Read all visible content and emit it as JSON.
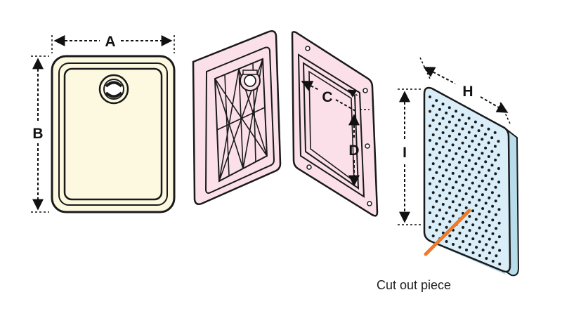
{
  "labels": {
    "a": "A",
    "b": "B",
    "c": "C",
    "d": "D",
    "h": "H",
    "i": "I",
    "cutout_caption": "Cut out piece"
  },
  "colors": {
    "cover_fill": "#fdf9e0",
    "frame_fill": "#fbe0ea",
    "insert_fill": "#d9eef8",
    "insert_side": "#b9dceb",
    "pointer": "#f07a2c",
    "outline": "#1a1a1a"
  }
}
